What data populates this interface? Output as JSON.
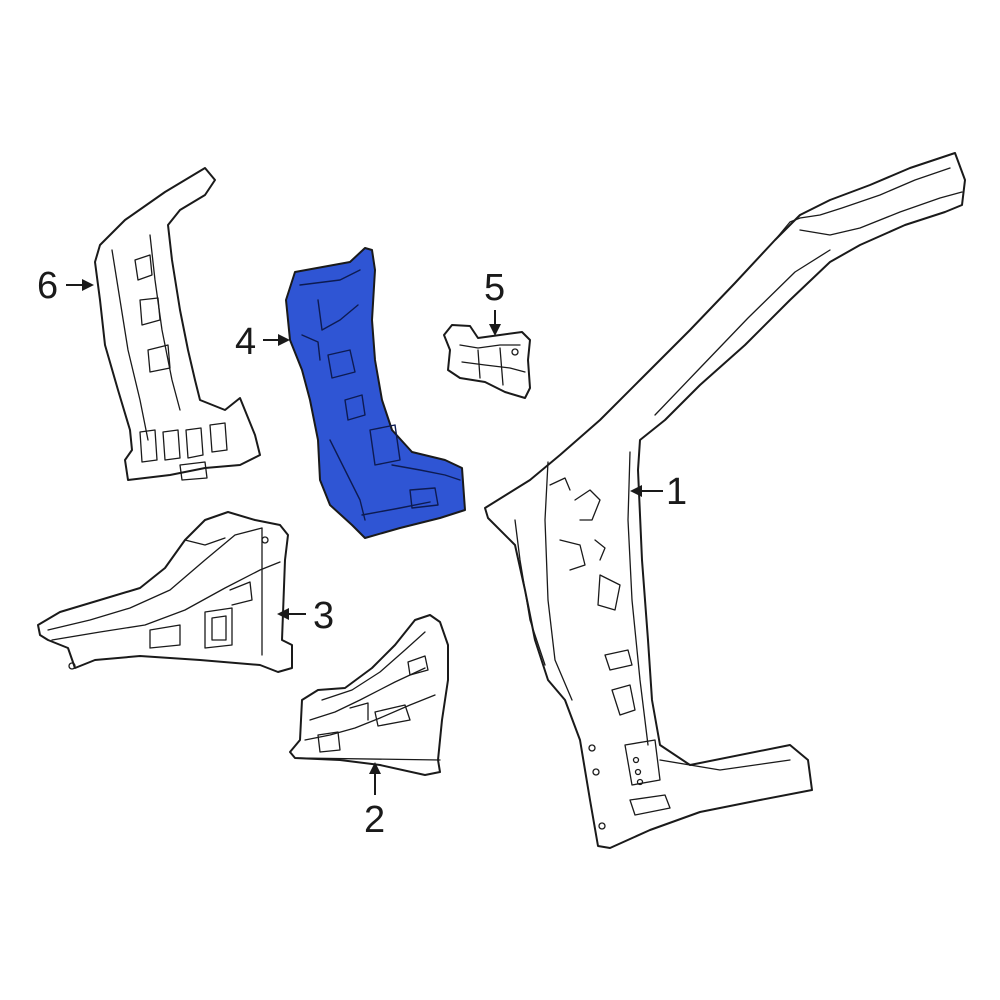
{
  "diagram": {
    "highlight_color": "#2f55d4",
    "line_color": "#1a1a1a",
    "background": "#ffffff",
    "callouts": [
      {
        "id": "1",
        "label": "1",
        "highlighted": false
      },
      {
        "id": "2",
        "label": "2",
        "highlighted": false
      },
      {
        "id": "3",
        "label": "3",
        "highlighted": false
      },
      {
        "id": "4",
        "label": "4",
        "highlighted": true
      },
      {
        "id": "5",
        "label": "5",
        "highlighted": false
      },
      {
        "id": "6",
        "label": "6",
        "highlighted": false
      }
    ]
  }
}
